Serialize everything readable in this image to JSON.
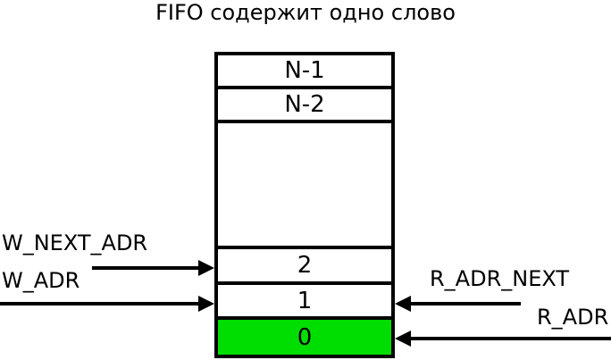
{
  "title": "FIFO содержит одно слово",
  "colors": {
    "highlight_green": "#00dd00",
    "line_black": "#000000",
    "background": "#ffffff"
  },
  "fifo": {
    "cells": [
      {
        "label": "N-1",
        "highlighted": false
      },
      {
        "label": "N-2",
        "highlighted": false
      },
      {
        "label": "",
        "highlighted": false
      },
      {
        "label": "2",
        "highlighted": false
      },
      {
        "label": "1",
        "highlighted": false
      },
      {
        "label": "0",
        "highlighted": true
      }
    ]
  },
  "pointers": {
    "left": [
      {
        "label": "W_NEXT_ADR",
        "target_cell": "2"
      },
      {
        "label": "W_ADR",
        "target_cell": "1"
      }
    ],
    "right": [
      {
        "label": "R_ADR_NEXT",
        "target_cell": "1"
      },
      {
        "label": "R_ADR",
        "target_cell": "0"
      }
    ]
  }
}
